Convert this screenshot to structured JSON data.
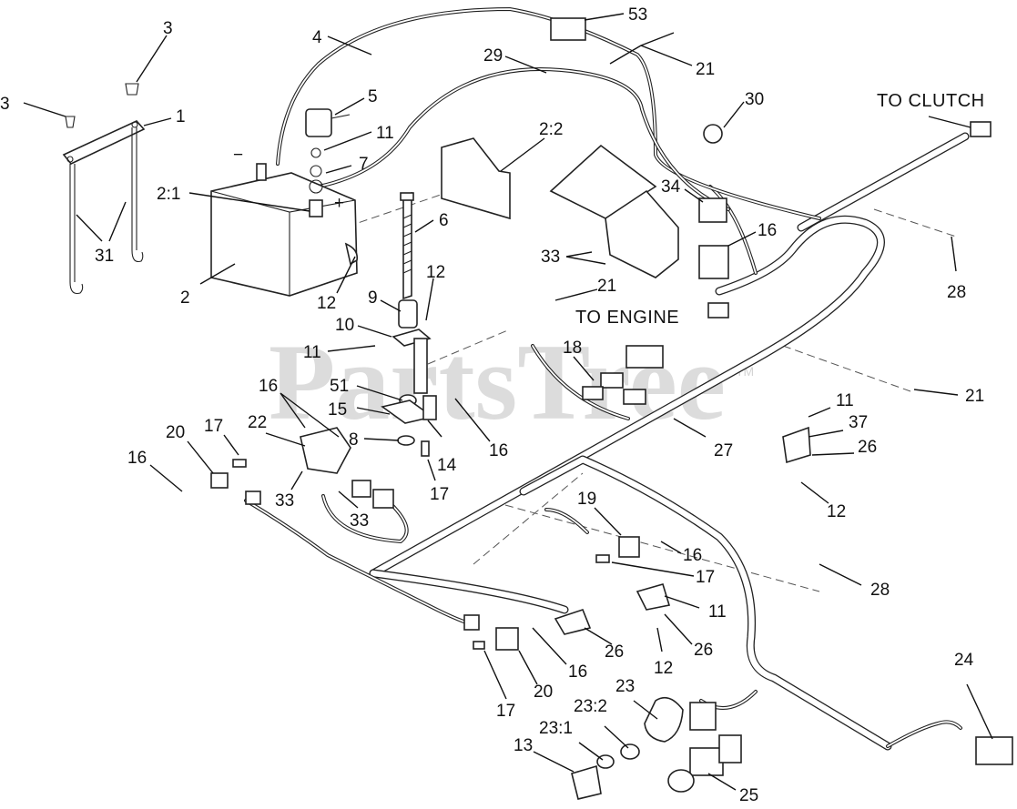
{
  "watermark": {
    "text": "PartsTree",
    "trademark": "TM"
  },
  "notes": {
    "to_clutch": "TO CLUTCH",
    "to_engine": "TO ENGINE"
  },
  "polarity": {
    "negative": "−",
    "positive": "+"
  },
  "callouts": [
    "3",
    "3",
    "1",
    "31",
    "4",
    "53",
    "21",
    "29",
    "5",
    "11",
    "7",
    "2:1",
    "2",
    "6",
    "12",
    "12",
    "9",
    "10",
    "11",
    "2:2",
    "30",
    "34",
    "16",
    "33",
    "21",
    "28",
    "18",
    "51",
    "15",
    "8",
    "16",
    "14",
    "17",
    "16",
    "22",
    "17",
    "20",
    "16",
    "33",
    "33",
    "27",
    "11",
    "37",
    "26",
    "12",
    "21",
    "19",
    "16",
    "17",
    "11",
    "26",
    "12",
    "28",
    "26",
    "16",
    "20",
    "17",
    "23",
    "23:2",
    "23:1",
    "13",
    "25",
    "24"
  ]
}
